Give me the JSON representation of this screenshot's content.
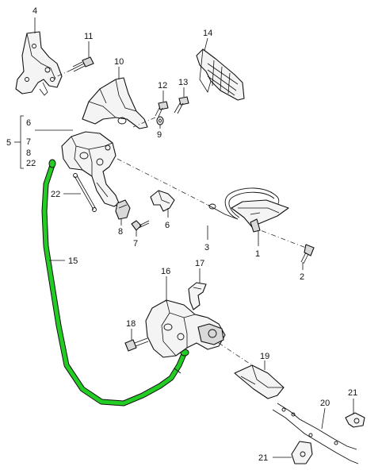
{
  "callouts": {
    "c1": "1",
    "c2": "2",
    "c3": "3",
    "c4": "4",
    "c5": "5",
    "c6a": "6",
    "c6b": "6",
    "c7a": "7",
    "c7b": "7",
    "c8a": "8",
    "c8b": "8",
    "c9": "9",
    "c10": "10",
    "c11": "11",
    "c12": "12",
    "c13": "13",
    "c14": "14",
    "c15": "15",
    "c16": "16",
    "c17": "17",
    "c18": "18",
    "c19": "19",
    "c20": "20",
    "c21a": "21",
    "c21b": "21",
    "c22a": "22",
    "c22b": "22"
  },
  "colors": {
    "highlight_cable": "#22cc22",
    "outline": "#111111"
  }
}
